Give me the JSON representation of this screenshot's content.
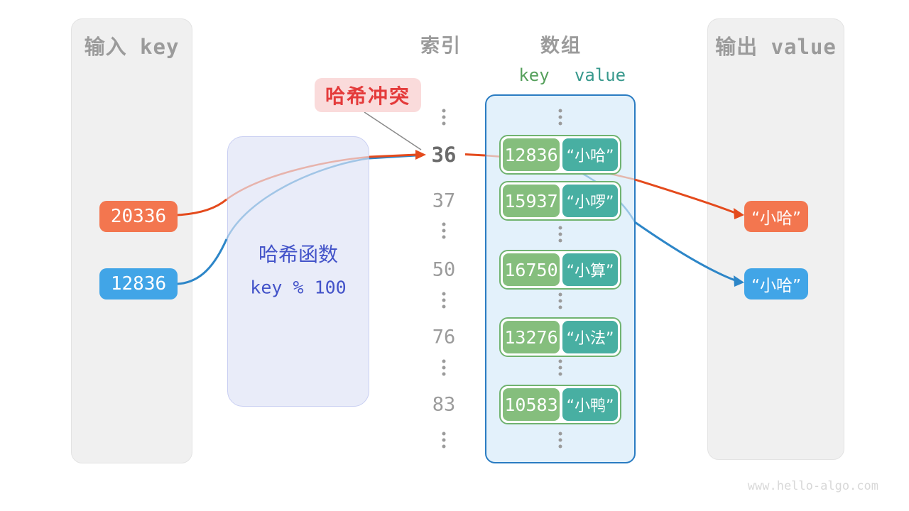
{
  "watermark": "www.hello-algo.com",
  "input_panel": {
    "title": "输入 key",
    "keys": [
      "20336",
      "12836"
    ]
  },
  "output_panel": {
    "title": "输出 value",
    "values": [
      "“小哈”",
      "“小哈”"
    ]
  },
  "hash_box": {
    "name": "哈希函数",
    "formula": "key % 100"
  },
  "collision": {
    "label": "哈希冲突"
  },
  "index_col": {
    "title": "索引",
    "indices": [
      "36",
      "37",
      "50",
      "76",
      "83"
    ],
    "highlighted": "36"
  },
  "array_col": {
    "title": "数组",
    "key_header": "key",
    "value_header": "value",
    "pairs": [
      {
        "key": "12836",
        "value": "“小哈”"
      },
      {
        "key": "15937",
        "value": "“小啰”"
      },
      {
        "key": "16750",
        "value": "“小算”"
      },
      {
        "key": "13276",
        "value": "“小法”"
      },
      {
        "key": "10583",
        "value": "“小鸭”"
      }
    ]
  },
  "colors": {
    "input_key_orange": "#F3764F",
    "input_key_blue": "#41A5E7",
    "arrow_orange": "#E44A1C",
    "arrow_blue": "#2D86C8",
    "pair_key_green": "#85BE7D",
    "pair_value_teal": "#48AFA2",
    "bucket_border_blue": "#2A7CC2",
    "hash_text_blue": "#4353C9",
    "collision_red": "#E43B3B",
    "panel_gray": "#F0F0F0"
  }
}
